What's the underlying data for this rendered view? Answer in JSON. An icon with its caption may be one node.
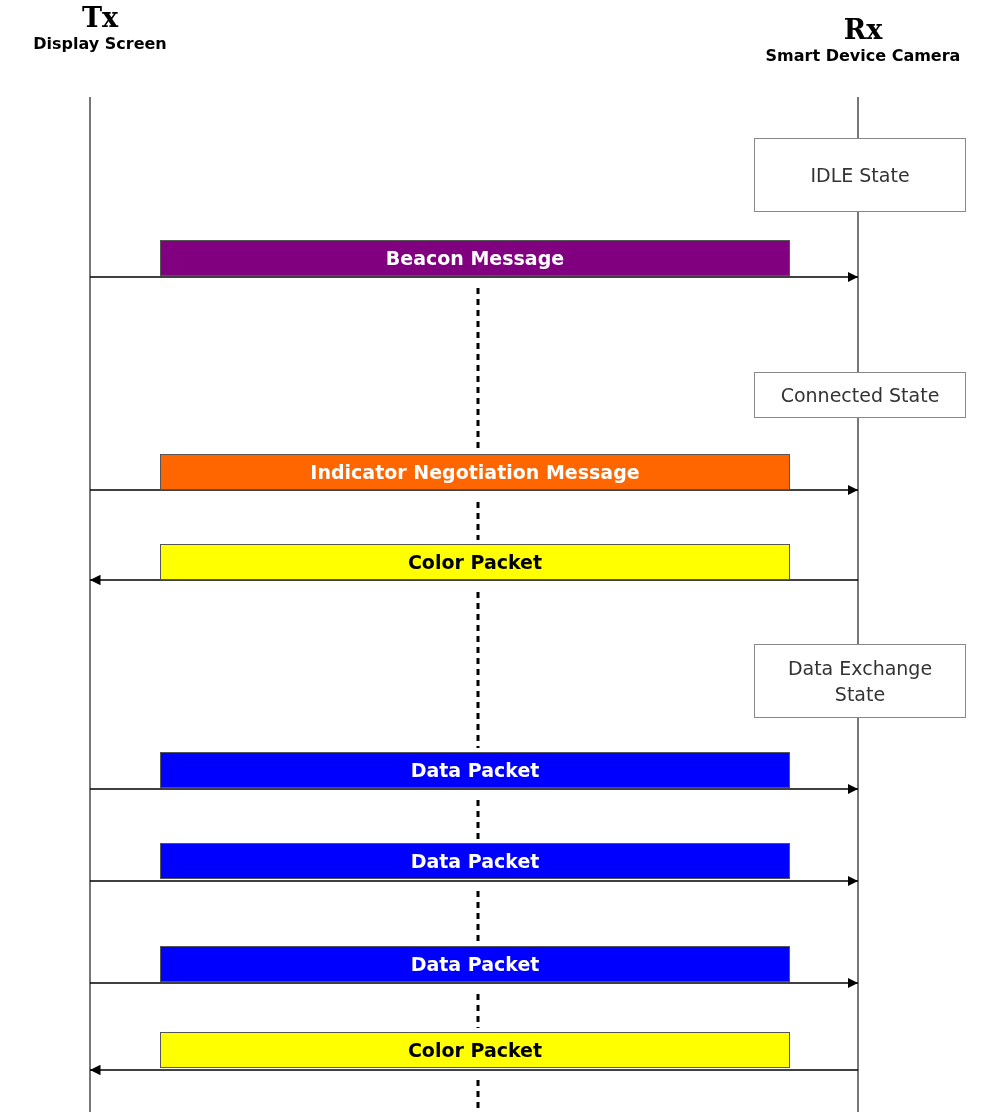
{
  "diagram": {
    "nodes": [
      {
        "text": [
          "Tx",
          "Display Screen"
        ]
      },
      {
        "text": [
          "Rx",
          "Smart Device Camera"
        ]
      },
      {
        "text": [
          "IDLE State"
        ]
      },
      {
        "text": [
          "Beacon Message"
        ]
      },
      {
        "text": [
          "Connected State"
        ]
      },
      {
        "text": [
          "Indicator Negotiation Message"
        ]
      },
      {
        "text": [
          "Color Packet"
        ]
      },
      {
        "text": [
          "Data Exchange State"
        ]
      },
      {
        "text": [
          "Data Packet"
        ]
      },
      {
        "text": [
          "Data Packet"
        ]
      },
      {
        "text": [
          "Data Packet"
        ]
      },
      {
        "text": [
          "Color Packet"
        ]
      }
    ],
    "edges": [
      {
        "from": 0,
        "to": 1,
        "arrow": "to"
      },
      {
        "from": 3,
        "to": 5,
        "arrow": "none",
        "style": "dashed"
      },
      {
        "from": 0,
        "to": 1,
        "arrow": "to"
      },
      {
        "from": 5,
        "to": 6,
        "arrow": "none",
        "style": "dashed"
      },
      {
        "from": 1,
        "to": 0,
        "arrow": "to"
      },
      {
        "from": 6,
        "to": 8,
        "arrow": "none",
        "style": "dashed"
      },
      {
        "from": 0,
        "to": 1,
        "arrow": "to"
      },
      {
        "from": 8,
        "to": 9,
        "arrow": "none",
        "style": "dashed"
      },
      {
        "from": 0,
        "to": 1,
        "arrow": "to"
      },
      {
        "from": 9,
        "to": 10,
        "arrow": "none",
        "style": "dashed"
      },
      {
        "from": 0,
        "to": 1,
        "arrow": "to"
      },
      {
        "from": 10,
        "to": 11,
        "arrow": "none",
        "style": "dashed"
      },
      {
        "from": 1,
        "to": 0,
        "arrow": "to"
      },
      {
        "from": 11,
        "to": null,
        "arrow": "none",
        "style": "dashed"
      }
    ]
  }
}
